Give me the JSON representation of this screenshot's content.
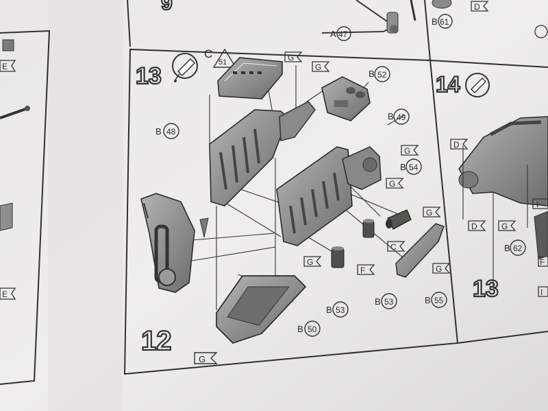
{
  "steps": {
    "prev_step": "9",
    "current": "13",
    "next": "14",
    "sub_assembly": "12",
    "next_preview": "13"
  },
  "glue": {
    "letter": "C",
    "ref": "51"
  },
  "callouts": {
    "a47": {
      "letter": "A",
      "num": "47"
    },
    "b61": {
      "letter": "B",
      "num": "61"
    },
    "b48": {
      "letter": "B",
      "num": "48"
    },
    "b52": {
      "letter": "B",
      "num": "52"
    },
    "b49": {
      "letter": "B",
      "num": "49"
    },
    "b54": {
      "letter": "B",
      "num": "54"
    },
    "b53a": {
      "letter": "B",
      "num": "53"
    },
    "b53b": {
      "letter": "B",
      "num": "53"
    },
    "b50": {
      "letter": "B",
      "num": "50"
    },
    "b55": {
      "letter": "B",
      "num": "55"
    },
    "b62": {
      "letter": "B",
      "num": "62"
    }
  },
  "color_flags": {
    "g1": "G",
    "g2": "G",
    "g3": "G",
    "g4": "G",
    "g5": "G",
    "g6": "G",
    "g7": "G",
    "g8": "G",
    "g9": "G",
    "c1": "C",
    "f1": "F",
    "d1": "D",
    "d2": "D",
    "d3": "D",
    "e1": "E",
    "e2": "E",
    "f2": "F",
    "i1": "I",
    "i2": "I"
  },
  "colors": {
    "paper": "#ecebe7",
    "shadow": "#d9d8d4",
    "ink": "#2b2b2b",
    "part_gray": "#9a9a98",
    "part_dark": "#5c5c5a"
  }
}
